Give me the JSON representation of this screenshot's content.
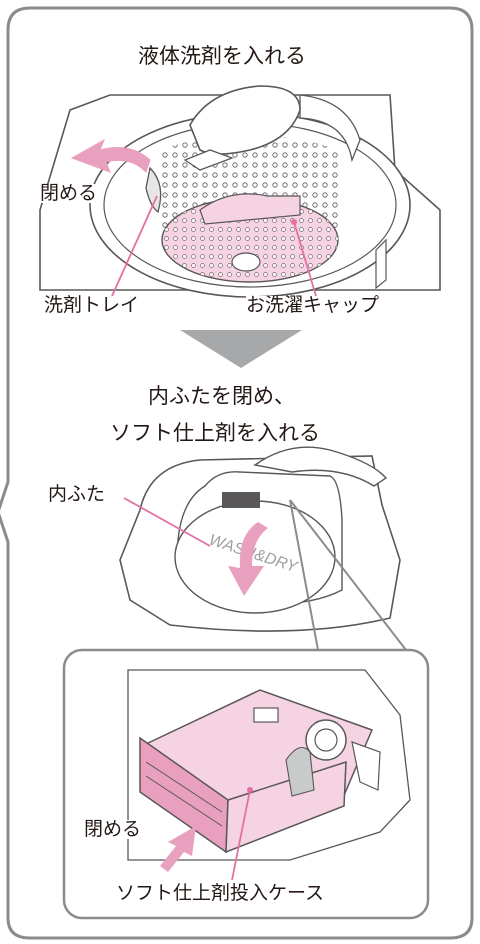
{
  "steps": [
    {
      "title": "液体洗剤を入れる",
      "labels": {
        "close": "閉める",
        "detergent_tray": "洗剤トレイ",
        "wash_cap": "お洗濯キャップ"
      }
    },
    {
      "title_line1": "内ふたを閉め、",
      "title_line2": "ソフト仕上剤を入れる",
      "labels": {
        "inner_lid": "内ふた",
        "lid_print": "WASH&DRY"
      }
    }
  ],
  "detail": {
    "labels": {
      "close": "閉める",
      "softener_case": "ソフト仕上剤投入ケース"
    }
  },
  "colors": {
    "outline": "#595757",
    "accent_pink": "#e9a0bf",
    "pink_fill": "#f6d3e2",
    "leader_line": "#e46fa4",
    "arrow_gray": "#a7a8aa"
  }
}
